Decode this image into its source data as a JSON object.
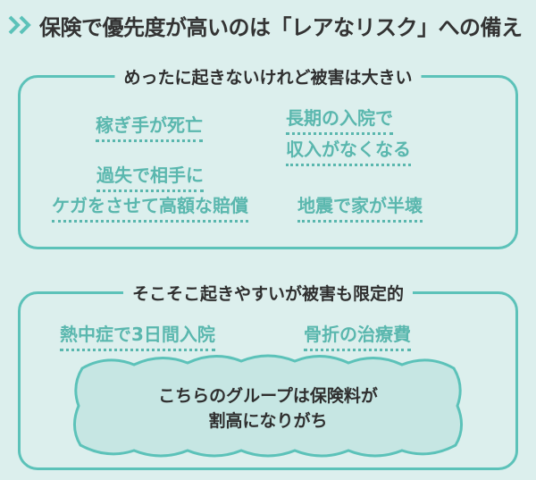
{
  "header": {
    "title": "保険で優先度が高いのは「レアなリスク」への備え"
  },
  "rare_group": {
    "label": "めったに起きないけれど被害は大きい",
    "items": [
      {
        "lines": [
          "稼ぎ手が死亡"
        ]
      },
      {
        "lines": [
          "長期の入院で",
          "収入がなくなる"
        ]
      },
      {
        "lines": [
          "過失で相手に",
          "ケガをさせて高額な賠償"
        ]
      },
      {
        "lines": [
          "地震で家が半壊"
        ]
      }
    ]
  },
  "common_group": {
    "label": "そこそこ起きやすいが被害も限定的",
    "items": [
      {
        "lines": [
          "熱中症で3日間入院"
        ]
      },
      {
        "lines": [
          "骨折の治療費"
        ]
      }
    ],
    "note_lines": [
      "こちらのグループは保険料が",
      "割高になりがち"
    ]
  },
  "colors": {
    "background": "#dcefed",
    "accent": "#5cc2b9",
    "cloud_fill": "#c6e6e3"
  }
}
